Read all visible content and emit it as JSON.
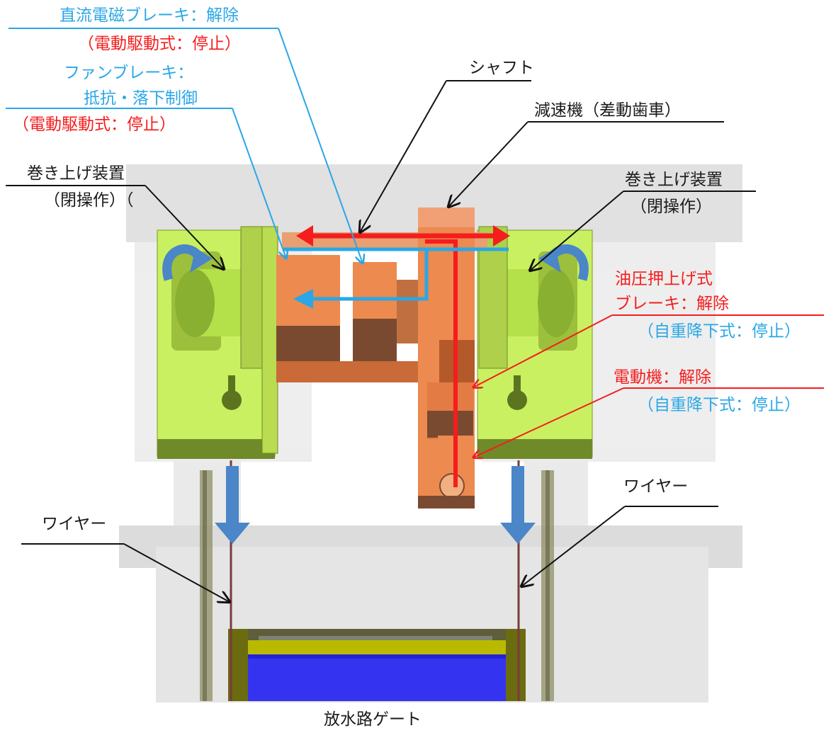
{
  "colors": {
    "cyan_label": "#2aa7e6",
    "red_label": "#f51d1d",
    "hoist": "#c9f060",
    "gearbox": "#ec8a50",
    "arrow_blue": "#4a86c8",
    "gate_blue": "#2323d8"
  },
  "labels": {
    "dc_brake": "直流電磁ブレーキ：解除",
    "dc_brake_sub": "（電動駆動式：停止）",
    "fan_brake_1": "ファンブレーキ：",
    "fan_brake_2": "抵抗・落下制御",
    "fan_brake_sub": "（電動駆動式：停止）",
    "shaft": "シャフト",
    "reducer": "減速機（差動歯車）",
    "hoist_left_1": "巻き上げ装置",
    "hoist_left_2": "（閉操作）（",
    "hoist_right_1": "巻き上げ装置",
    "hoist_right_2": "（閉操作）",
    "hydraulic_1": "油圧押上げ式",
    "hydraulic_2": "ブレーキ：解除",
    "hydraulic_sub": "（自重降下式：停止）",
    "motor": "電動機：解除",
    "motor_sub": "（自重降下式：停止）",
    "wire_left": "ワイヤー",
    "wire_right": "ワイヤー",
    "caption": "放水路ゲート"
  }
}
